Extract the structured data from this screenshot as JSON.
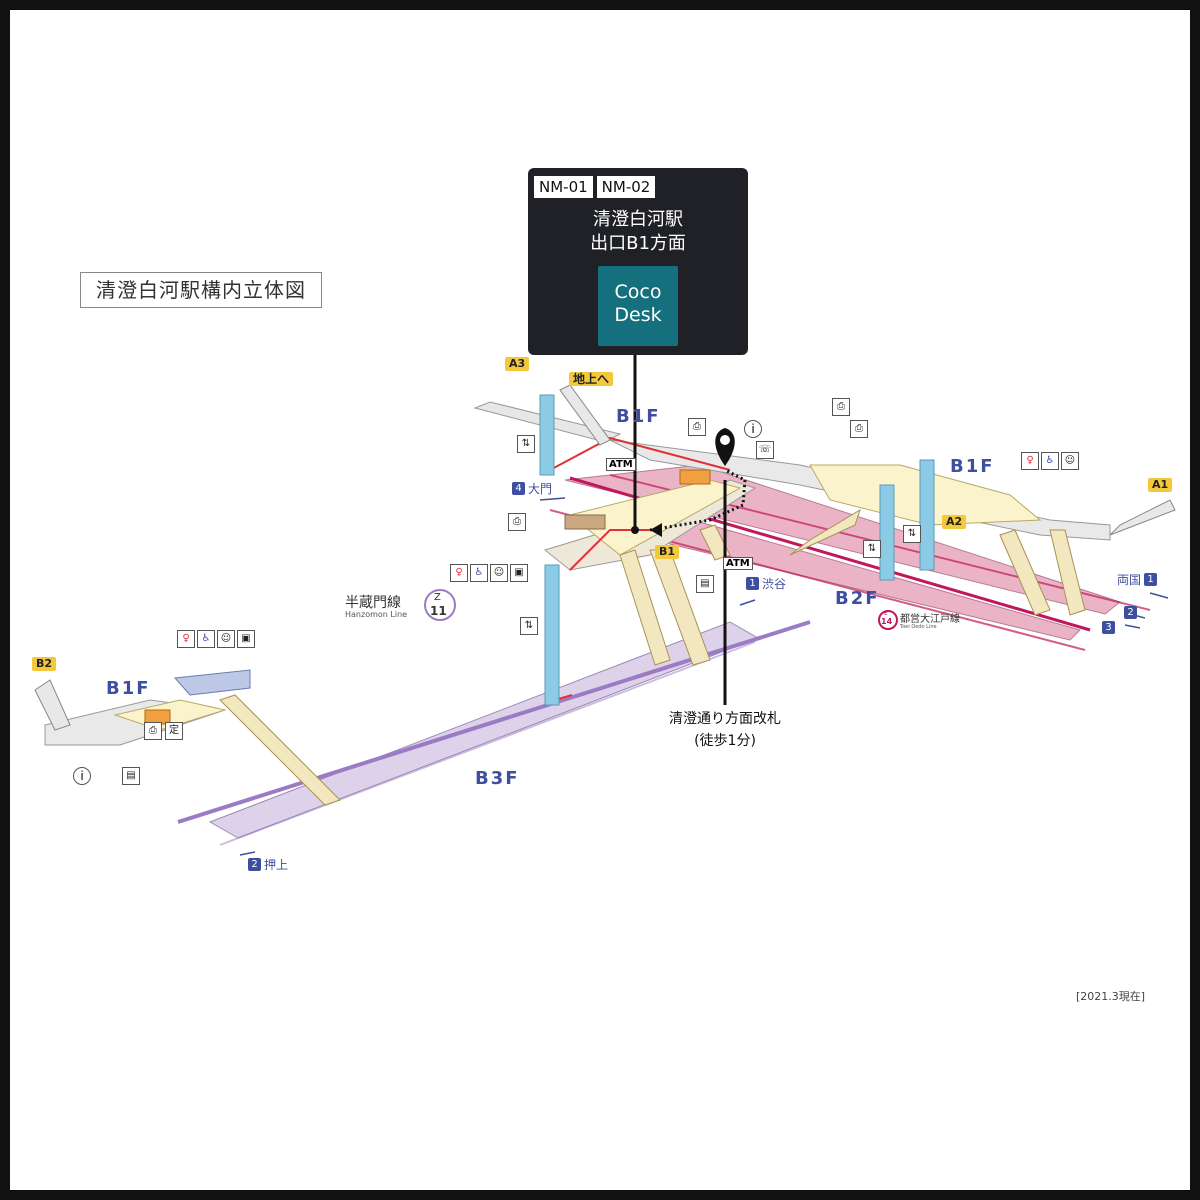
{
  "map_title": "清澄白河駅構内立体図",
  "callout": {
    "codes": [
      "NM-01",
      "NM-02"
    ],
    "station": "清澄白河駅",
    "exit": "出口B1方面",
    "brand": [
      "Coco",
      "Desk"
    ]
  },
  "floors": {
    "b1f": "B1F",
    "b2f": "B2F",
    "b3f": "B3F"
  },
  "exits": {
    "a1": "A1",
    "a2": "A2",
    "a3": "A3",
    "b1": "B1",
    "b2": "B2"
  },
  "to_ground": "地上へ",
  "directions": {
    "daimon": {
      "num": "4",
      "text": "大門"
    },
    "shibuya": {
      "num": "1",
      "text": "渋谷"
    },
    "oshiage": {
      "num": "2",
      "text": "押上"
    },
    "ryogoku": {
      "num": "1",
      "text": "両国"
    },
    "track2": {
      "num": "2",
      "text": ""
    },
    "track3": {
      "num": "3",
      "text": ""
    }
  },
  "lines": {
    "hanzomon": {
      "name": "半蔵門線",
      "en": "Hanzomon Line",
      "code_letter": "Z",
      "code_num": "11",
      "color": "#9b7cc4"
    },
    "oedo": {
      "name": "都営大江戸線",
      "en": "Toei Oedo Line",
      "code_letter": "E",
      "code_num": "14",
      "color": "#c2185b"
    }
  },
  "gate_note": {
    "line1": "清澄通り方面改札",
    "line2": "(徒歩1分)"
  },
  "atm": "ATM",
  "info": "i",
  "as_of": "[2021.3現在]",
  "colors": {
    "route": "#e0303a",
    "pink_platform": "#eab4c6",
    "purple_platform": "#ddd2ea",
    "concourse": "#fbf3cc",
    "pillar": "#8ccbe6",
    "callout_bg": "#1f2126",
    "coco_teal": "#15707e"
  }
}
